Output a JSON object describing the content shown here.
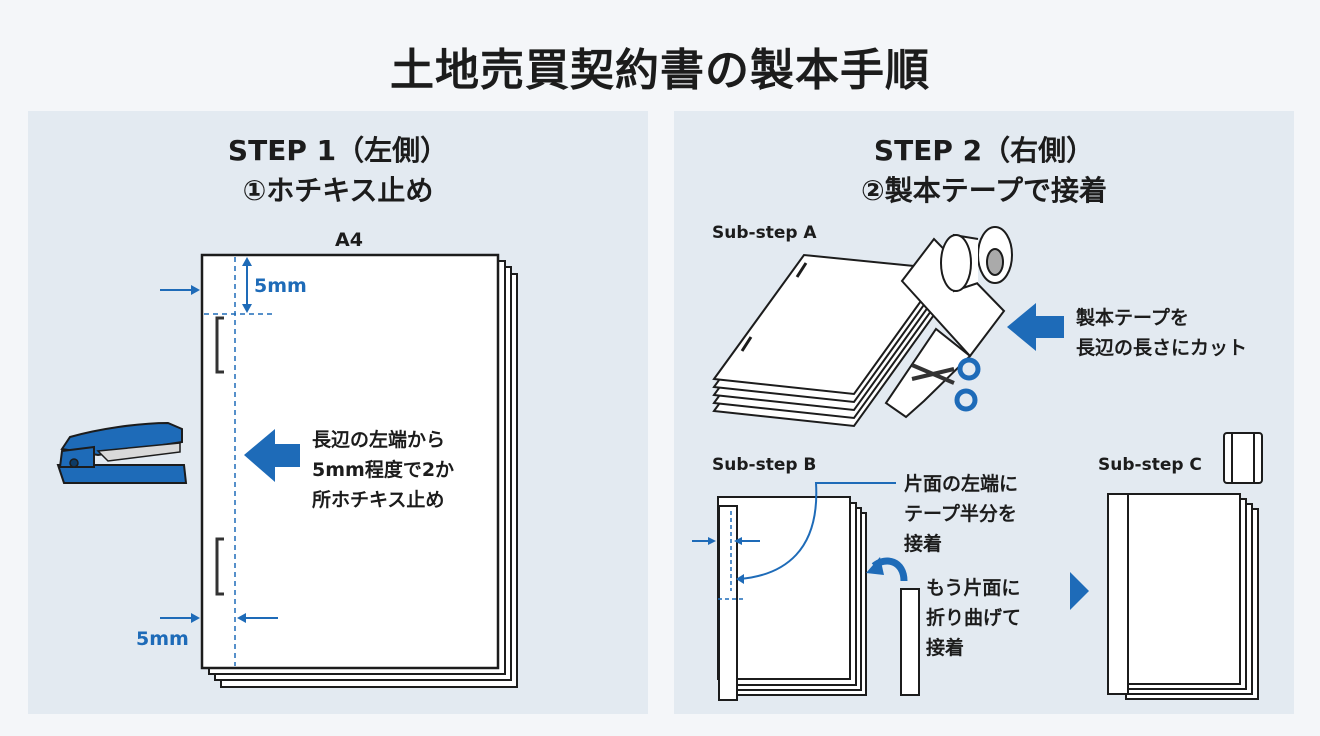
{
  "title": "土地売買契約書の製本手順",
  "colors": {
    "accent": "#1e6bb8",
    "panel": "#e3eaf1",
    "background": "#f4f6f9",
    "paper": "#ffffff",
    "text": "#1c1c1c"
  },
  "step1": {
    "heading": "STEP 1（左側）",
    "subheading": "①ホチキス止め",
    "paper_size": "A4",
    "dim_top": "5mm",
    "dim_left": "5mm",
    "note_lines": [
      "長辺の左端から",
      "5mm程度で2か",
      "所ホチキス止め"
    ],
    "icons": [
      "stapler-icon",
      "staple-icon",
      "arrow-left-icon"
    ]
  },
  "step2": {
    "heading": "STEP 2（右側）",
    "subheading": "②製本テープで接着",
    "substep_a": {
      "label": "Sub-step A",
      "note_lines": [
        "製本テープを",
        "長辺の長さにカット"
      ],
      "icons": [
        "tape-roll-icon",
        "scissors-icon",
        "arrow-left-icon"
      ]
    },
    "substep_b": {
      "label": "Sub-step B",
      "note1_lines": [
        "片面の左端に",
        "テープ半分を",
        "接着"
      ],
      "note2_lines": [
        "もう片面に",
        "折り曲げて",
        "接着"
      ],
      "icons": [
        "curved-arrow-icon"
      ]
    },
    "substep_c": {
      "label": "Sub-step C",
      "icons": [
        "play-arrow-icon",
        "bound-book-icon"
      ]
    }
  }
}
